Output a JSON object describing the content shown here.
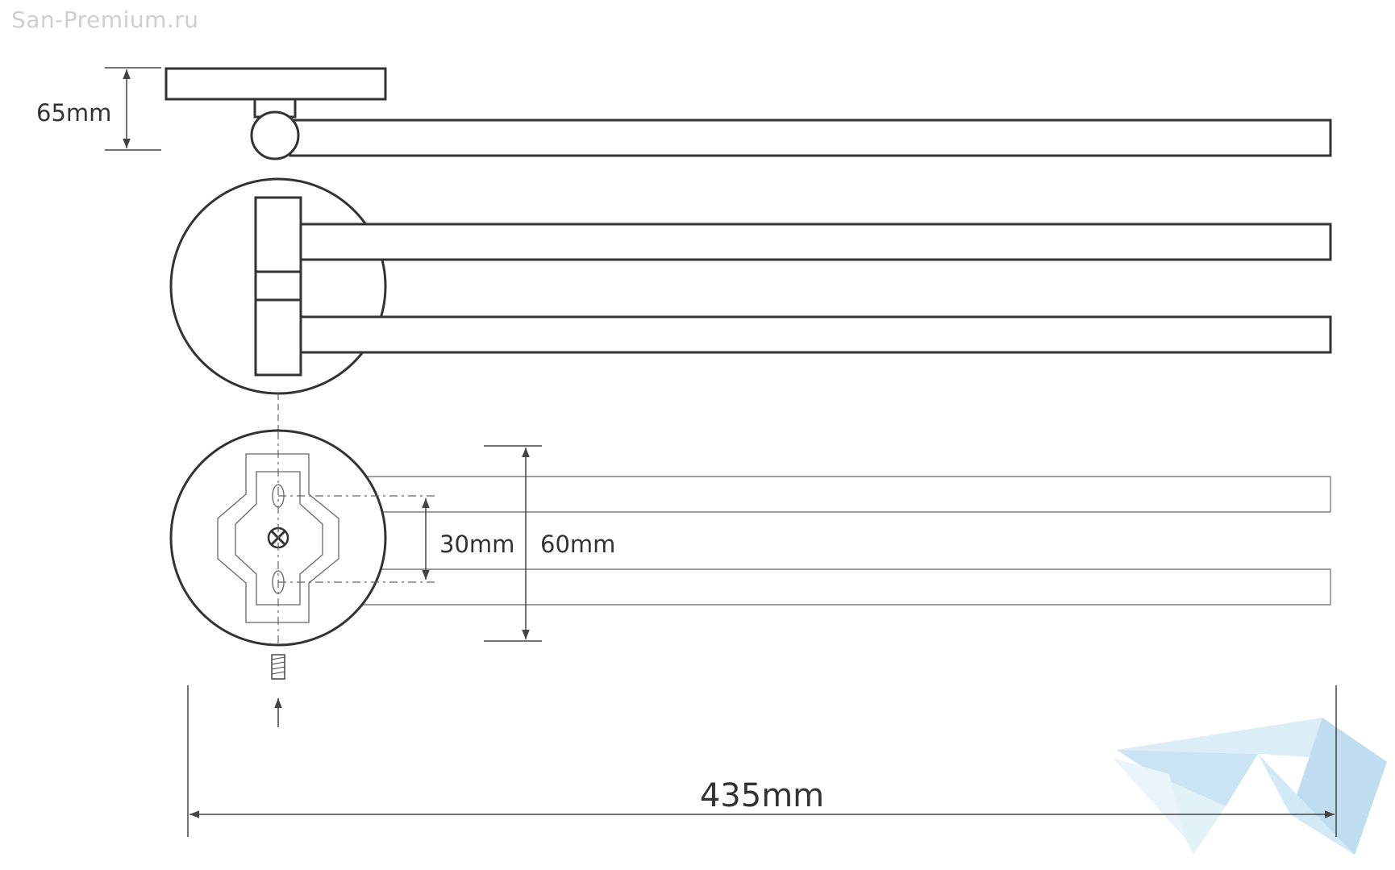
{
  "watermark": {
    "site": "San-Premium.ru"
  },
  "dimensions": {
    "height": "65mm",
    "hole_spacing": "30mm",
    "bar_spacing": "60mm",
    "length": "435mm"
  },
  "colors": {
    "line": "#333333",
    "thin_line": "#555555",
    "watermark_text": "#cfcfcf",
    "logo": "#b9dcf0"
  }
}
